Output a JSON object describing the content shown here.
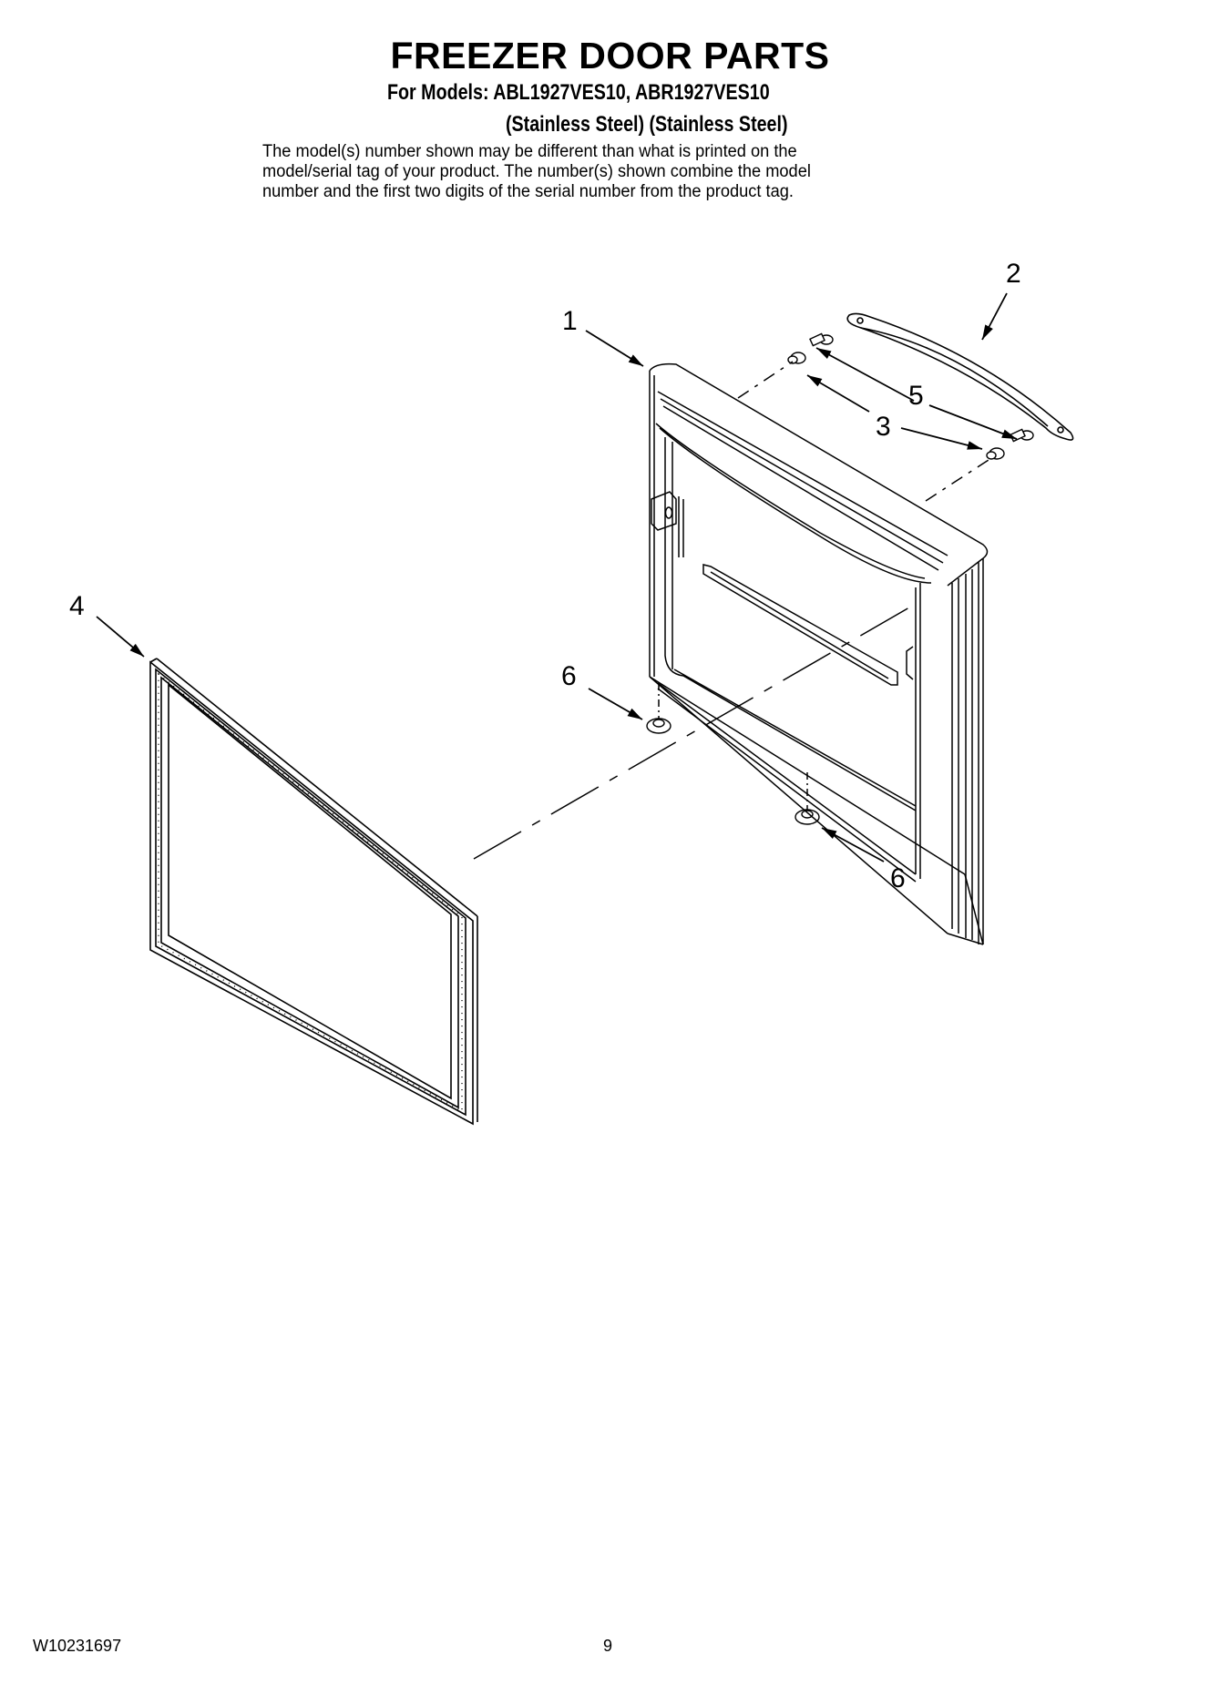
{
  "header": {
    "title": "FREEZER DOOR PARTS",
    "models_line": "For Models: ABL1927VES10, ABR1927VES10",
    "finish_line": "(Stainless Steel) (Stainless Steel)",
    "disclaimer": [
      "The model(s) number shown may be different than what is printed on the",
      "model/serial tag of your product. The number(s) shown combine the model",
      "number and the first two digits of the serial number from the product tag."
    ]
  },
  "diagram": {
    "callouts": [
      {
        "id": "1",
        "label": "1",
        "part": "freezer-door"
      },
      {
        "id": "2",
        "label": "2",
        "part": "door-handle"
      },
      {
        "id": "3",
        "label": "3",
        "part": "handle-mounting-stud"
      },
      {
        "id": "4",
        "label": "4",
        "part": "door-gasket"
      },
      {
        "id": "5",
        "label": "5",
        "part": "handle-screw"
      },
      {
        "id": "6a",
        "label": "6",
        "part": "door-bumper"
      },
      {
        "id": "6b",
        "label": "6",
        "part": "door-bumper"
      }
    ]
  },
  "footer": {
    "doc_number": "W10231697",
    "page_number": "9"
  }
}
